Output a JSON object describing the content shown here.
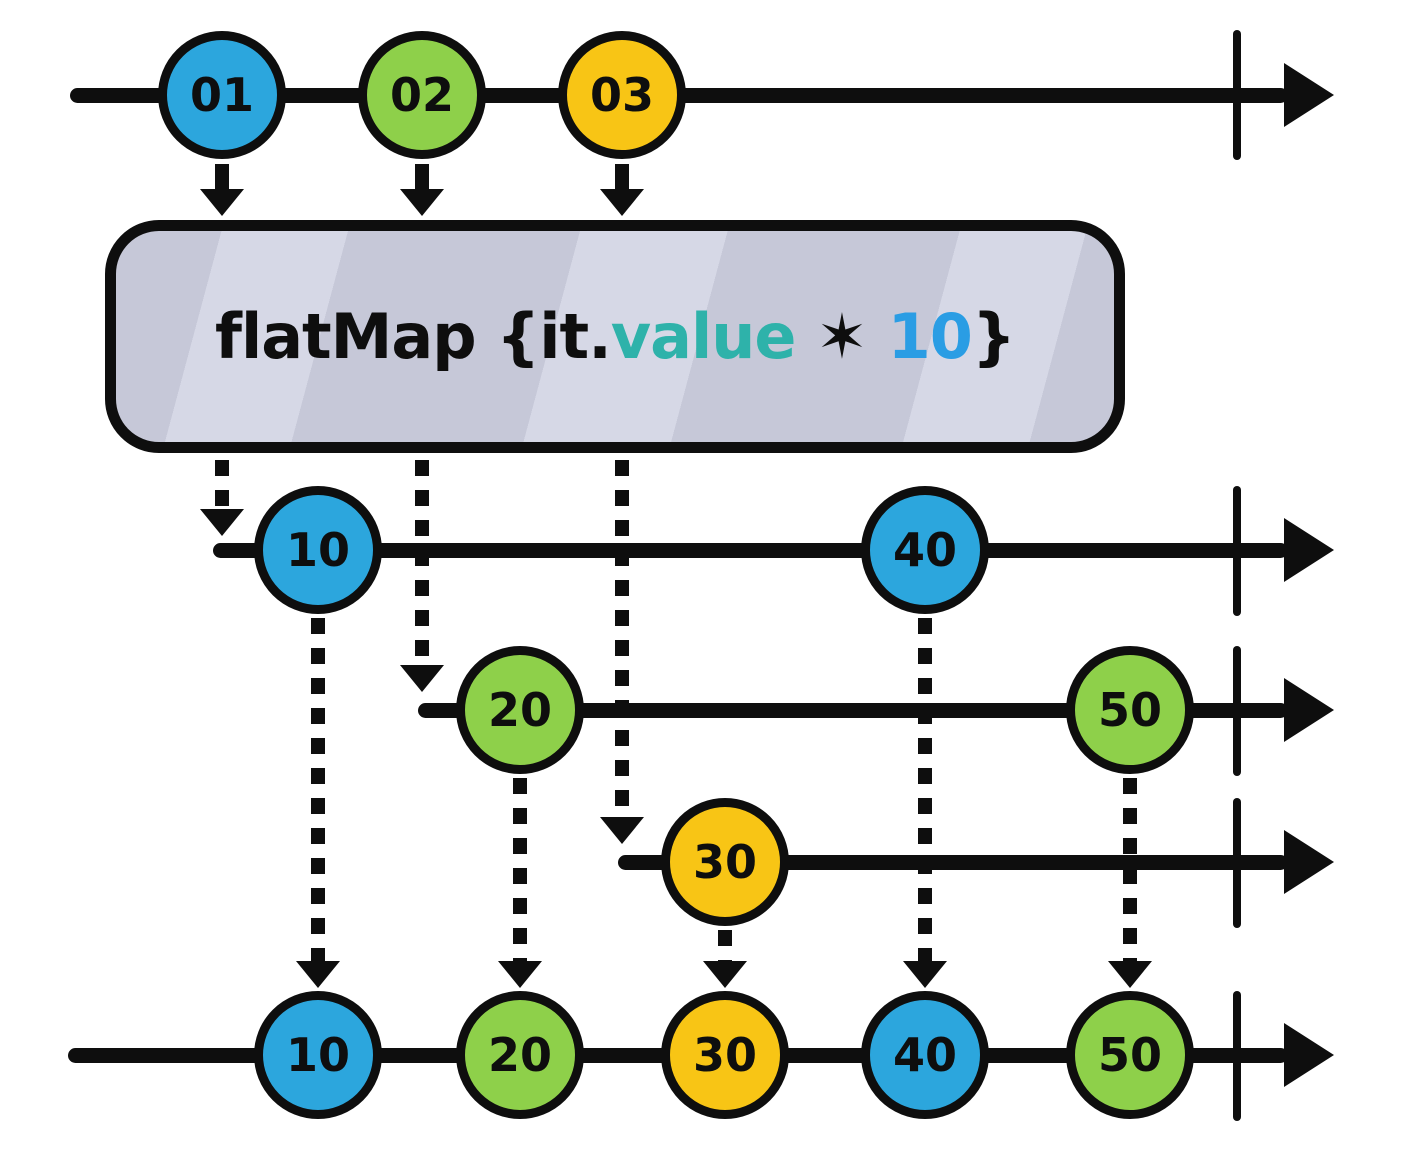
{
  "colors": {
    "blue": "#2ca6dd",
    "green": "#8ed04a",
    "yellow": "#f8c515",
    "ink": "#0e0e0e",
    "teal": "#2eb2aa",
    "accent_blue": "#2a9de4",
    "box_bg": "#c6c8d8",
    "box_stripe": "#d6d8e6"
  },
  "operator": {
    "parts": [
      {
        "text": "flatMap {it.",
        "color": "ink"
      },
      {
        "text": "value",
        "color": "teal"
      },
      {
        "text": " ✶ ",
        "color": "ink"
      },
      {
        "text": "10",
        "color": "accent_blue"
      },
      {
        "text": "}",
        "color": "ink"
      }
    ]
  },
  "streams": {
    "source": {
      "marbles": [
        {
          "label": "01",
          "color": "blue"
        },
        {
          "label": "02",
          "color": "green"
        },
        {
          "label": "03",
          "color": "yellow"
        }
      ]
    },
    "inner_1": {
      "marbles": [
        {
          "label": "10",
          "color": "blue"
        },
        {
          "label": "40",
          "color": "blue"
        }
      ]
    },
    "inner_2": {
      "marbles": [
        {
          "label": "20",
          "color": "green"
        },
        {
          "label": "50",
          "color": "green"
        }
      ]
    },
    "inner_3": {
      "marbles": [
        {
          "label": "30",
          "color": "yellow"
        }
      ]
    },
    "output": {
      "marbles": [
        {
          "label": "10",
          "color": "blue"
        },
        {
          "label": "20",
          "color": "green"
        },
        {
          "label": "30",
          "color": "yellow"
        },
        {
          "label": "40",
          "color": "blue"
        },
        {
          "label": "50",
          "color": "green"
        }
      ]
    }
  }
}
